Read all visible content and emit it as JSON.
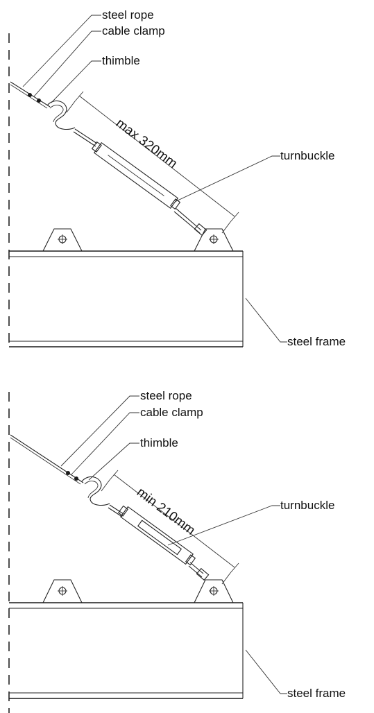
{
  "panels": [
    {
      "labels": {
        "steel_rope": "steel rope",
        "cable_clamp": "cable clamp",
        "thimble": "thimble",
        "turnbuckle": "turnbuckle",
        "steel_frame": "steel frame"
      },
      "dimension": "max 320mm"
    },
    {
      "labels": {
        "steel_rope": "steel rope",
        "cable_clamp": "cable clamp",
        "thimble": "thimble",
        "turnbuckle": "turnbuckle",
        "steel_frame": "steel frame"
      },
      "dimension": "min 210mm"
    }
  ]
}
